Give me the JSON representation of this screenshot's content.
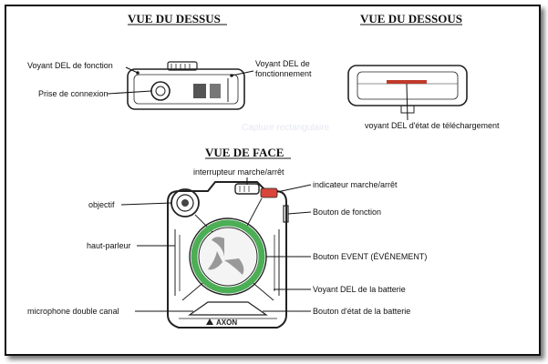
{
  "titles": {
    "top": "VUE DU DESSUS",
    "bottom": "VUE DU DESSOUS",
    "front": "VUE DE FACE"
  },
  "top_view_labels": {
    "function_led": "Voyant DEL de fonction",
    "connection_port": "Prise de connexion",
    "operation_led_line1": "Voyant DEL de",
    "operation_led_line2": "fonctionnement"
  },
  "bottom_view_labels": {
    "download_led": "voyant DEL d'état de téléchargement"
  },
  "front_view_labels": {
    "power_switch": "interrupteur marche/arrêt",
    "power_indicator": "indicateur marche/arrêt",
    "lens": "objectif",
    "function_button": "Bouton de fonction",
    "speaker": "haut-parleur",
    "event_button": "Bouton EVENT (ÉVÉNEMENT)",
    "battery_led": "Voyant DEL de la batterie",
    "dual_mic": "microphone double canal",
    "battery_status_button": "Bouton d'état de la batterie"
  },
  "brand": "AXON",
  "watermark": "Capture rectangulaire",
  "colors": {
    "event_ring": "#4cae55",
    "power_indicator": "#d9453a",
    "download_led": "#c0392b"
  }
}
